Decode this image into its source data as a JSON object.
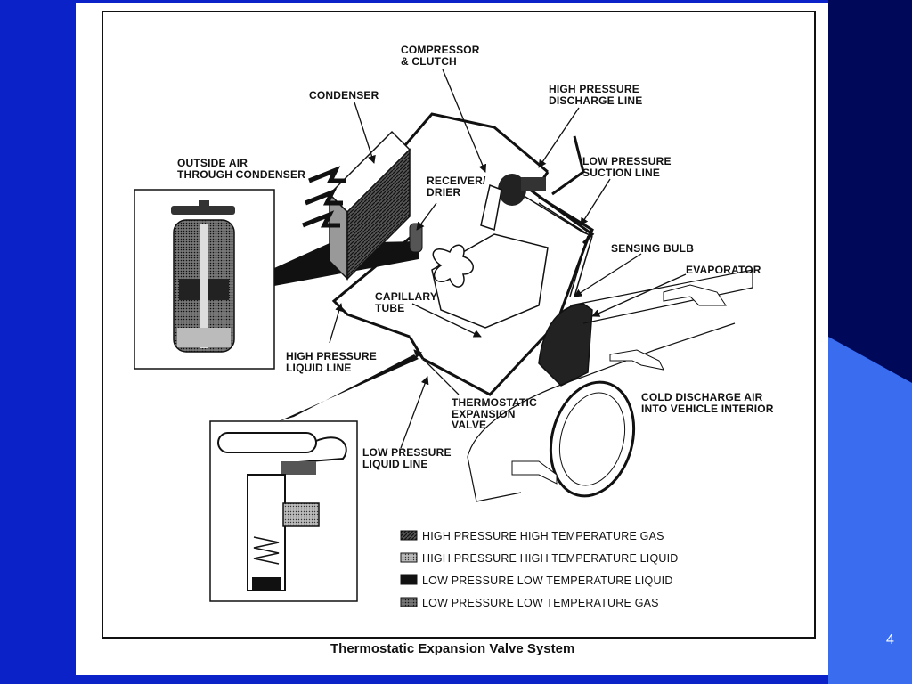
{
  "slide": {
    "number": "4"
  },
  "colors": {
    "background_blue": "#0a22c8",
    "navy": "#00085a",
    "accent_blue": "#3a6cf0"
  },
  "labels": {
    "compressor": "COMPRESSOR\n& CLUTCH",
    "high_discharge": "HIGH PRESSURE\nDISCHARGE LINE",
    "condenser": "CONDENSER",
    "low_suction": "LOW PRESSURE\nSUCTION LINE",
    "outside_air": "OUTSIDE AIR\nTHROUGH CONDENSER",
    "receiver": "RECEIVER/\nDRIER",
    "sensing_bulb": "SENSING BULB",
    "evaporator": "EVAPORATOR",
    "capillary": "CAPILLARY\nTUBE",
    "high_liquid": "HIGH PRESSURE\nLIQUID LINE",
    "txv": "THERMOSTATIC\nEXPANSION\nVALVE",
    "cold_air": "COLD DISCHARGE AIR\nINTO VEHICLE INTERIOR",
    "low_liquid": "LOW PRESSURE\nLIQUID LINE"
  },
  "legend": [
    {
      "label": "HIGH PRESSURE HIGH TEMPERATURE GAS",
      "pattern": "dark-hatched"
    },
    {
      "label": "HIGH PRESSURE HIGH TEMPERATURE LIQUID",
      "pattern": "light-dotted"
    },
    {
      "label": "LOW PRESSURE LOW TEMPERATURE LIQUID",
      "pattern": "solid-black"
    },
    {
      "label": "LOW PRESSURE LOW TEMPERATURE GAS",
      "pattern": "medium-dotted"
    }
  ],
  "caption": "Thermostatic Expansion Valve System"
}
